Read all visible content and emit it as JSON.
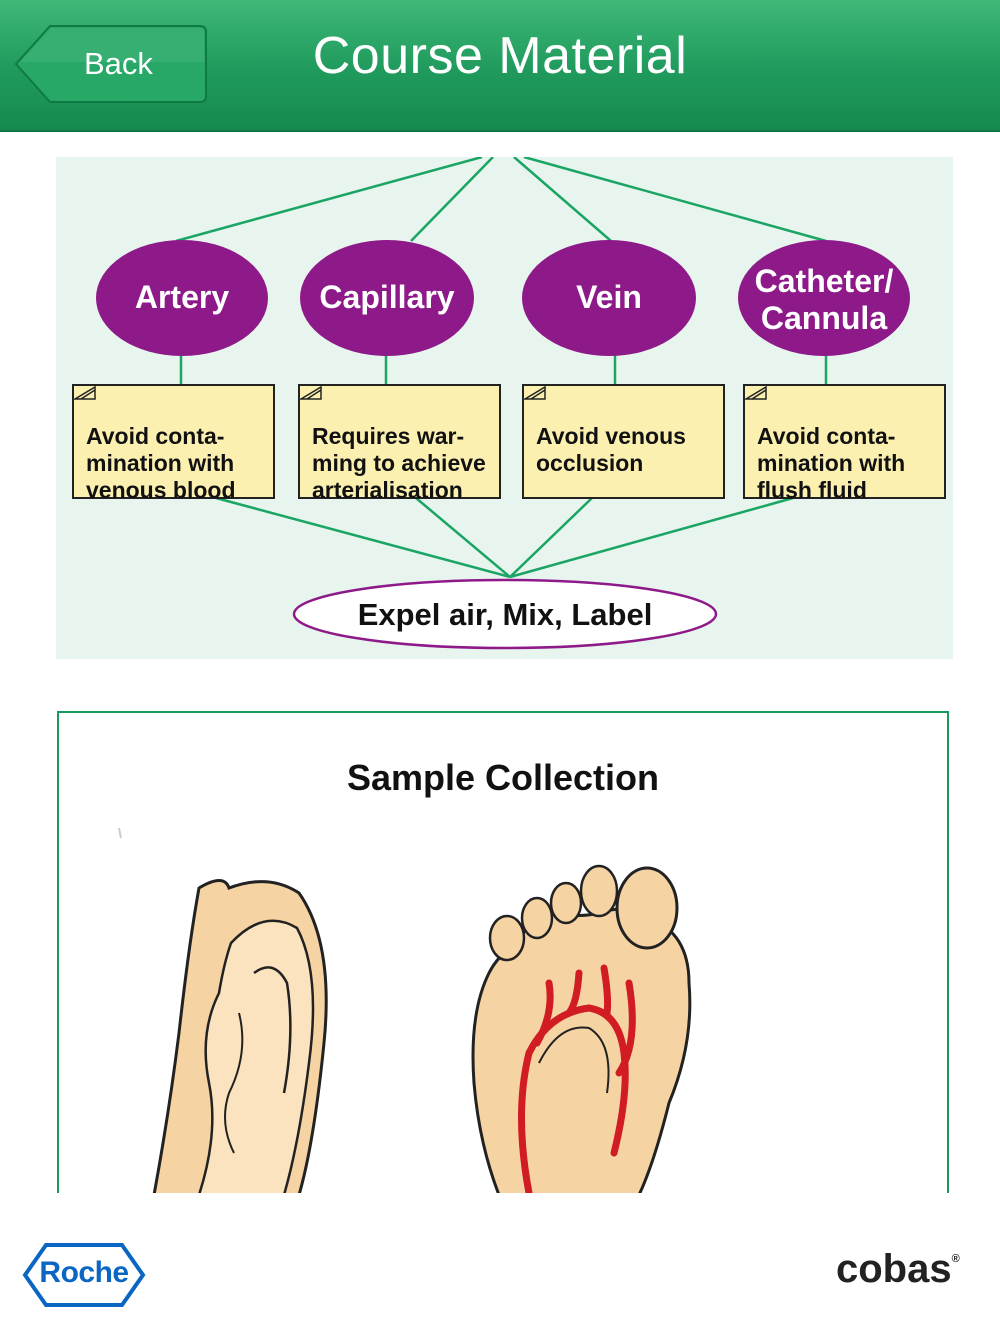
{
  "header": {
    "back_label": "Back",
    "title": "Course Material"
  },
  "diagram": {
    "sites": [
      {
        "label": "Artery",
        "note": "Avoid conta-\nmination with\nvenous blood"
      },
      {
        "label": "Capillary",
        "note": "Requires war-\nming to achieve\narterialisation"
      },
      {
        "label": "Vein",
        "note": "Avoid venous\nocclusion"
      },
      {
        "label": "Catheter/\nCannula",
        "note": "Avoid conta-\nmination with\nflush fluid"
      }
    ],
    "final_step": "Expel air, Mix, Label"
  },
  "sample_collection": {
    "title": "Sample Collection"
  },
  "footer": {
    "roche_logo_text": "Roche",
    "cobas_logo_text": "cobas"
  },
  "colors": {
    "header_green": "#1f9a5c",
    "ellipse_purple": "#8e1a8a",
    "note_yellow": "#fbf0b0",
    "panel_bg": "#e8f5ee",
    "roche_blue": "#0a66c2"
  }
}
